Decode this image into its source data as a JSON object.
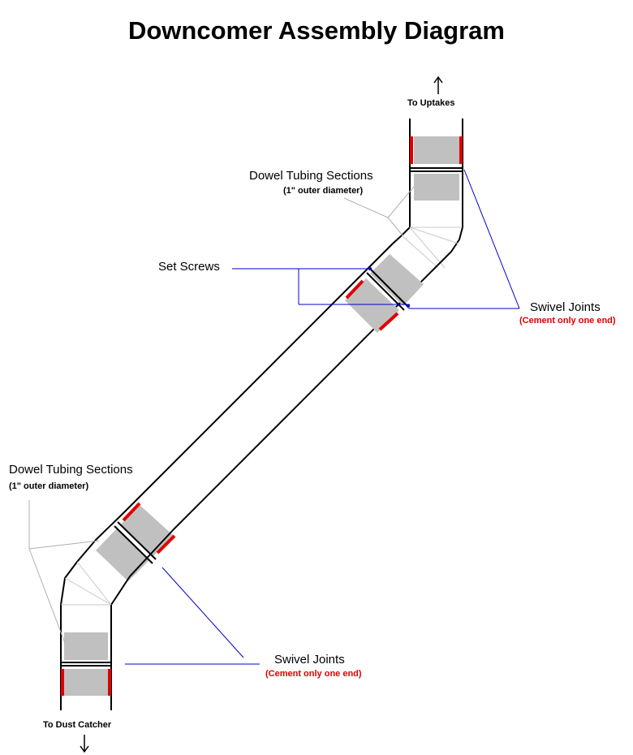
{
  "title": "Downcomer Assembly Diagram",
  "labels": {
    "to_uptakes": "To Uptakes",
    "to_dust_catcher": "To Dust Catcher",
    "dowel_top": "Dowel Tubing Sections",
    "dowel_top_sub": "(1\" outer diameter)",
    "dowel_bottom": "Dowel Tubing Sections",
    "dowel_bottom_sub": "(1\" outer diameter)",
    "set_screws": "Set Screws",
    "swivel_top": "Swivel Joints",
    "swivel_top_note": "(Cement only one end)",
    "swivel_bottom": "Swivel Joints",
    "swivel_bottom_note": "(Cement only one end)"
  },
  "colors": {
    "pipe_outline": "#000000",
    "dowel_fill": "#c0c0c0",
    "cement_mark": "#e00000",
    "leader_blue": "#0000cc",
    "leader_gray": "#b0b0b0"
  }
}
